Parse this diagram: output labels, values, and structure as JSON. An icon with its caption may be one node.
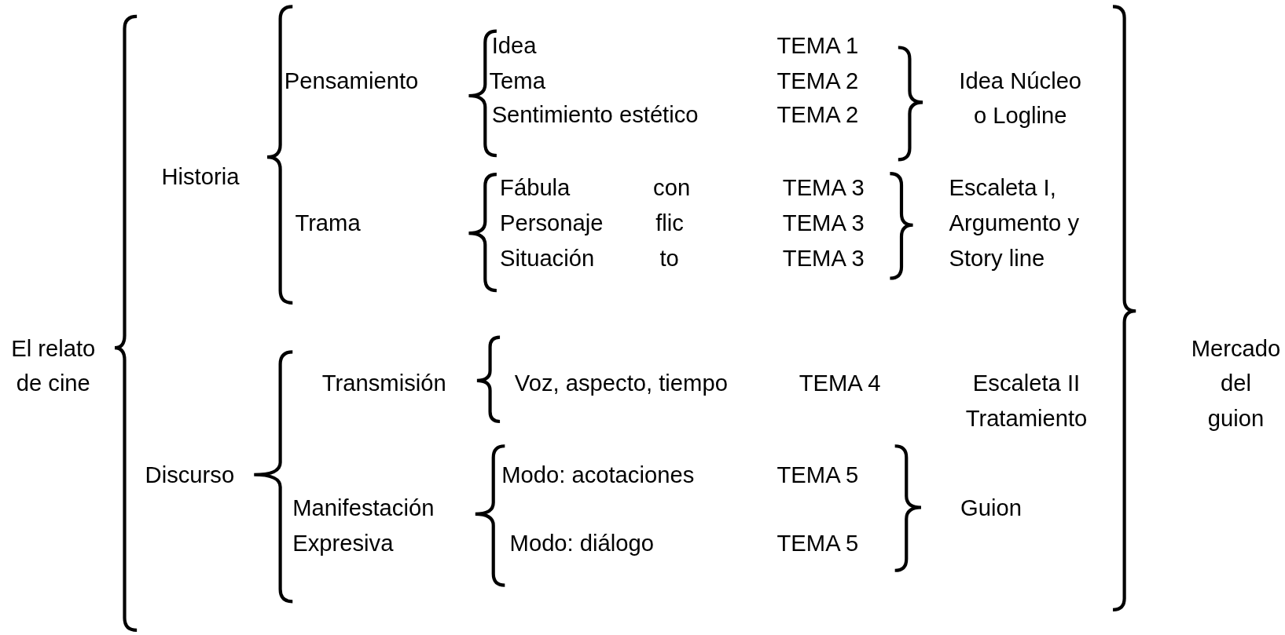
{
  "diagram": {
    "labels": [
      "Idea",
      "TEMA 1",
      "Pensamiento",
      "Tema",
      "TEMA 2",
      "Idea Núcleo o Logline",
      "Sentimiento estético",
      "TEMA 2",
      "Historia",
      "Fábula",
      "con",
      "TEMA 3",
      "Escaleta I, Argumento y Story line",
      "Trama",
      "Personaje",
      "flic",
      "TEMA 3",
      "Situación",
      "to",
      "TEMA 3",
      "El relato de cine",
      "Mercado del guion",
      "Transmisión",
      "Voz, aspecto, tiempo",
      "TEMA 4",
      "Escaleta II Tratamiento",
      "Discurso",
      "Modo: acotaciones",
      "TEMA 5",
      "Manifestación Expresiva",
      "Guion",
      "Modo: diálogo",
      "TEMA 5"
    ]
  }
}
